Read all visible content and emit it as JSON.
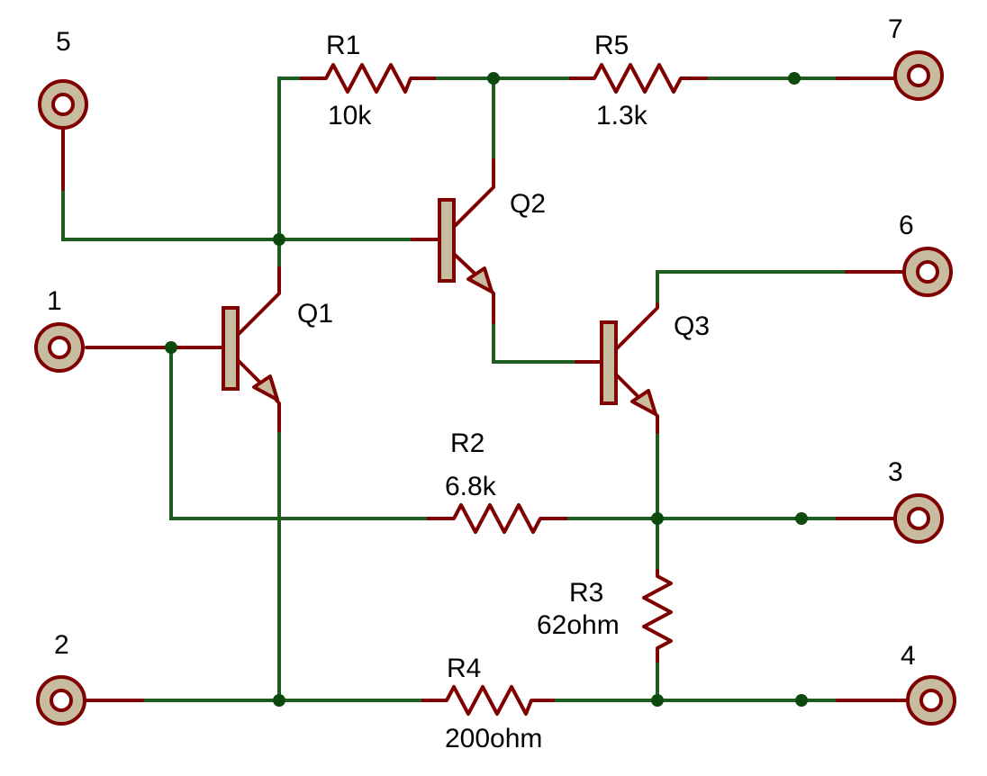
{
  "colors": {
    "wire": "#1f5c1f",
    "component": "#800000",
    "junction": "#0d4a0d",
    "terminal_fill": "#c8bca0",
    "transistor_body": "#c8bca0",
    "text": "#000000"
  },
  "terminals": [
    {
      "id": "t5",
      "label": "5"
    },
    {
      "id": "t7",
      "label": "7"
    },
    {
      "id": "t6",
      "label": "6"
    },
    {
      "id": "t1",
      "label": "1"
    },
    {
      "id": "t3",
      "label": "3"
    },
    {
      "id": "t2",
      "label": "2"
    },
    {
      "id": "t4",
      "label": "4"
    }
  ],
  "resistors": [
    {
      "id": "r1",
      "name": "R1",
      "value": "10k"
    },
    {
      "id": "r5",
      "name": "R5",
      "value": "1.3k"
    },
    {
      "id": "r2",
      "name": "R2",
      "value": "6.8k"
    },
    {
      "id": "r3",
      "name": "R3",
      "value": "62ohm"
    },
    {
      "id": "r4",
      "name": "R4",
      "value": "200ohm"
    }
  ],
  "transistors": [
    {
      "id": "q1",
      "name": "Q1"
    },
    {
      "id": "q2",
      "name": "Q2"
    },
    {
      "id": "q3",
      "name": "Q3"
    }
  ]
}
